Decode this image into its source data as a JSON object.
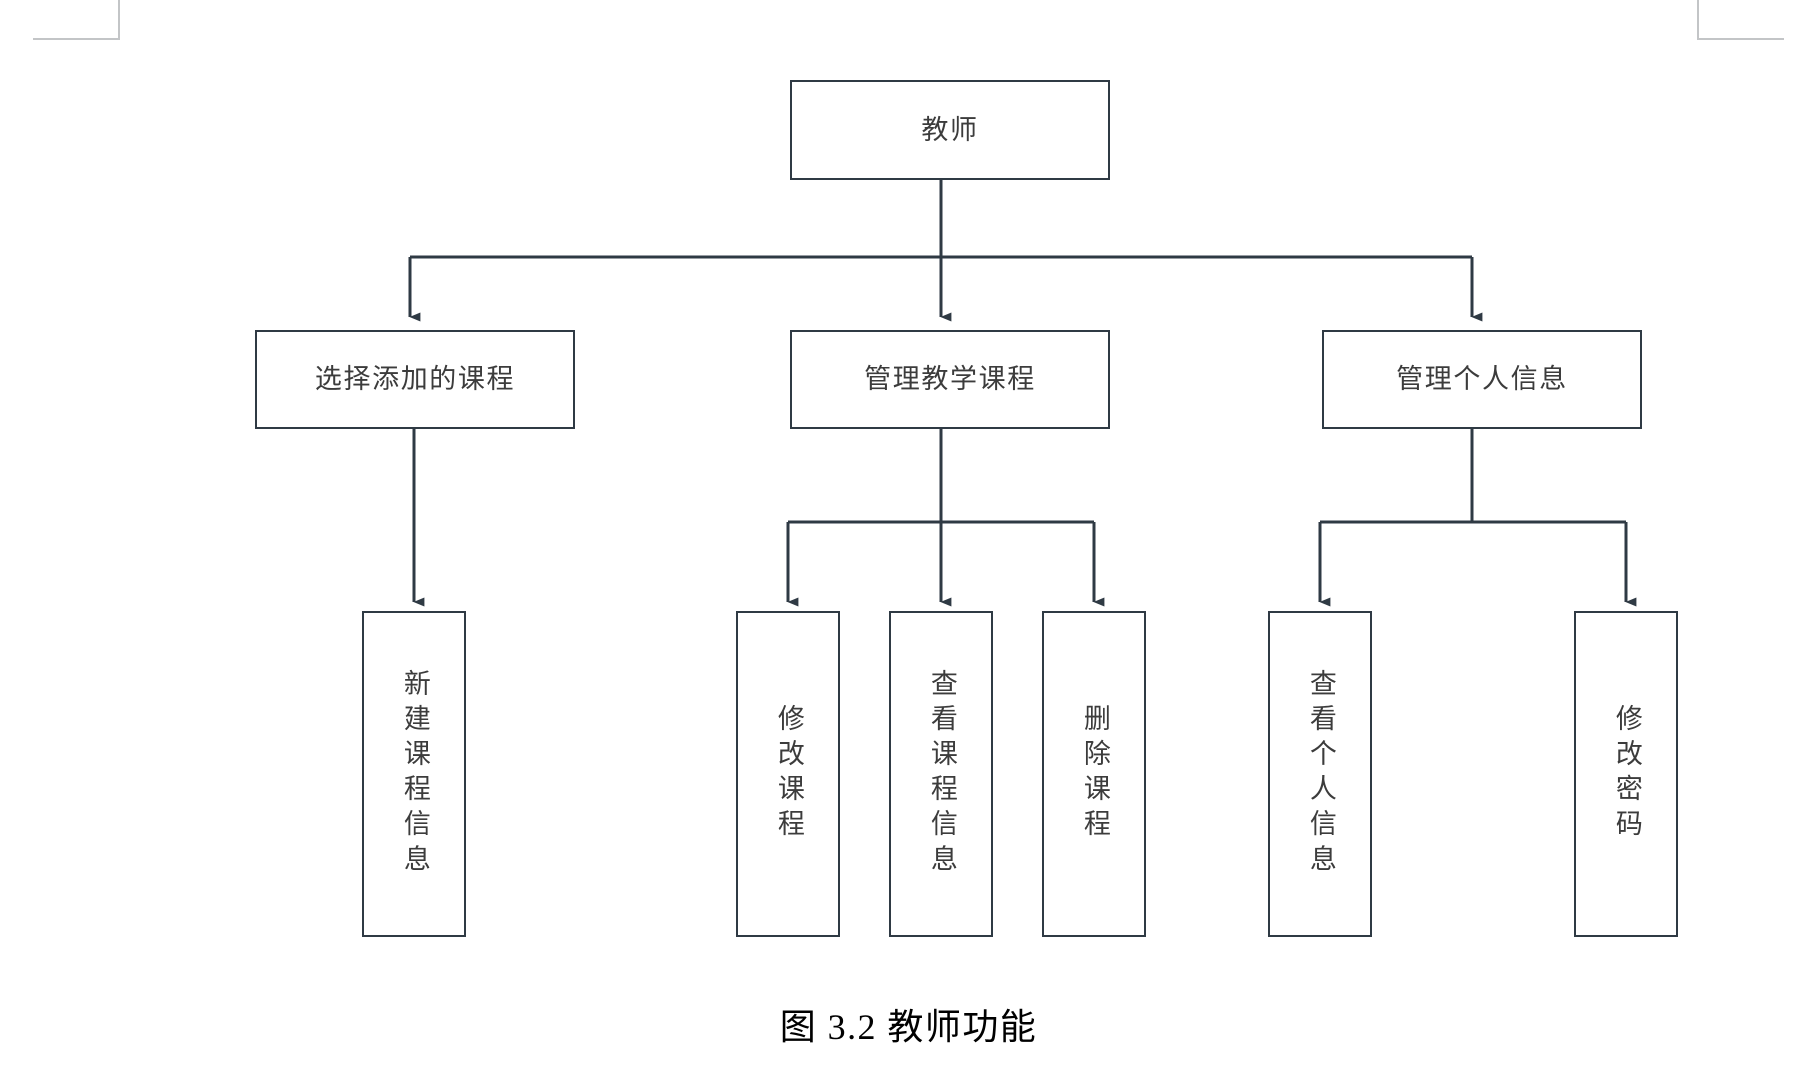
{
  "figure": {
    "caption": "图 3.2 教师功能",
    "line_color": "#2f3a44",
    "text_color": "#3c3c3c",
    "background": "#ffffff",
    "crop_mark_color": "#c3c5c7"
  },
  "chart_data": {
    "type": "diagram",
    "title": "图 3.2 教师功能",
    "orientation": "top-down tree",
    "root": "教师",
    "nodes": [
      {
        "id": "root",
        "label": "教师",
        "level": 1,
        "text_direction": "horizontal"
      },
      {
        "id": "l2a",
        "label": "选择添加的课程",
        "level": 2,
        "text_direction": "horizontal"
      },
      {
        "id": "l2b",
        "label": "管理教学课程",
        "level": 2,
        "text_direction": "horizontal"
      },
      {
        "id": "l2c",
        "label": "管理个人信息",
        "level": 2,
        "text_direction": "horizontal"
      },
      {
        "id": "l3a",
        "label": "新建课程信息",
        "level": 3,
        "text_direction": "vertical"
      },
      {
        "id": "l3b",
        "label": "修改课程",
        "level": 3,
        "text_direction": "vertical"
      },
      {
        "id": "l3c",
        "label": "查看课程信息",
        "level": 3,
        "text_direction": "vertical"
      },
      {
        "id": "l3d",
        "label": "删除课程",
        "level": 3,
        "text_direction": "vertical"
      },
      {
        "id": "l3e",
        "label": "查看个人信息",
        "level": 3,
        "text_direction": "vertical"
      },
      {
        "id": "l3f",
        "label": "修改密码",
        "level": 3,
        "text_direction": "vertical"
      }
    ],
    "edges": [
      {
        "from": "root",
        "to": "l2a",
        "style": "orthogonal-arrow"
      },
      {
        "from": "root",
        "to": "l2b",
        "style": "orthogonal-arrow"
      },
      {
        "from": "root",
        "to": "l2c",
        "style": "orthogonal-arrow"
      },
      {
        "from": "l2a",
        "to": "l3a",
        "style": "straight-arrow"
      },
      {
        "from": "l2b",
        "to": "l3b",
        "style": "orthogonal-arrow"
      },
      {
        "from": "l2b",
        "to": "l3c",
        "style": "orthogonal-arrow"
      },
      {
        "from": "l2b",
        "to": "l3d",
        "style": "orthogonal-arrow"
      },
      {
        "from": "l2c",
        "to": "l3e",
        "style": "orthogonal-arrow"
      },
      {
        "from": "l2c",
        "to": "l3f",
        "style": "orthogonal-arrow"
      }
    ]
  },
  "nodes": {
    "root": {
      "label": "教师"
    },
    "level2": [
      {
        "label": "选择添加的课程"
      },
      {
        "label": "管理教学课程"
      },
      {
        "label": "管理个人信息"
      }
    ],
    "level3": [
      {
        "label": "新建课程信息"
      },
      {
        "label": "修改课程"
      },
      {
        "label": "查看课程信息"
      },
      {
        "label": "删除课程"
      },
      {
        "label": "查看个人信息"
      },
      {
        "label": "修改密码"
      }
    ]
  }
}
